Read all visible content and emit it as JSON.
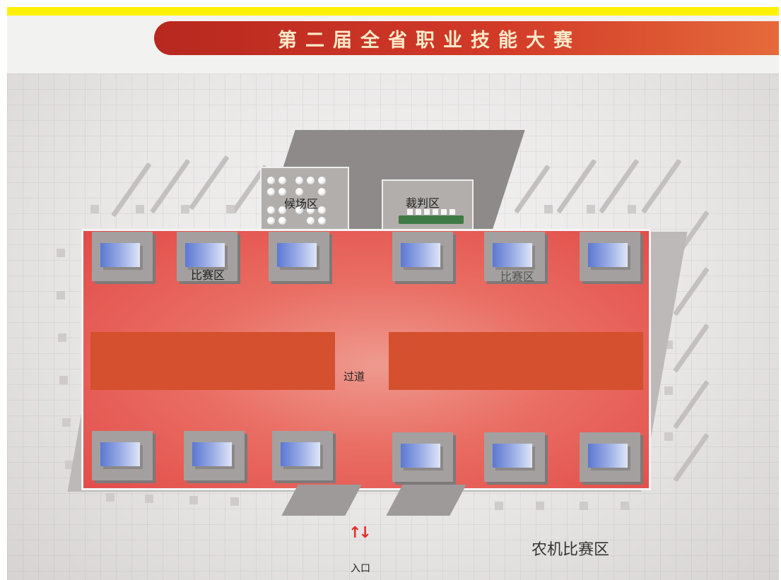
{
  "banner": {
    "title": "第二届全省职业技能大赛"
  },
  "zones": {
    "waiting_area": "候场区",
    "judging_area": "裁判区",
    "competition_area_left": "比赛区",
    "competition_area_right": "比赛区",
    "aisle": "过道",
    "entrance": "入口",
    "venue_name": "农机比赛区"
  },
  "colors": {
    "top_strip": "#fff200",
    "banner_red": "#c9321f",
    "arena_red": "#e85b53",
    "redacted_block": "#d4502e",
    "station_screen": "#7c93dc",
    "judge_table": "#3e7a45",
    "arrow_red": "#e0302a"
  },
  "icons": {
    "entrance_arrows": "↑↓"
  },
  "stations": {
    "top_row_count": 6,
    "bottom_row_count": 6
  }
}
